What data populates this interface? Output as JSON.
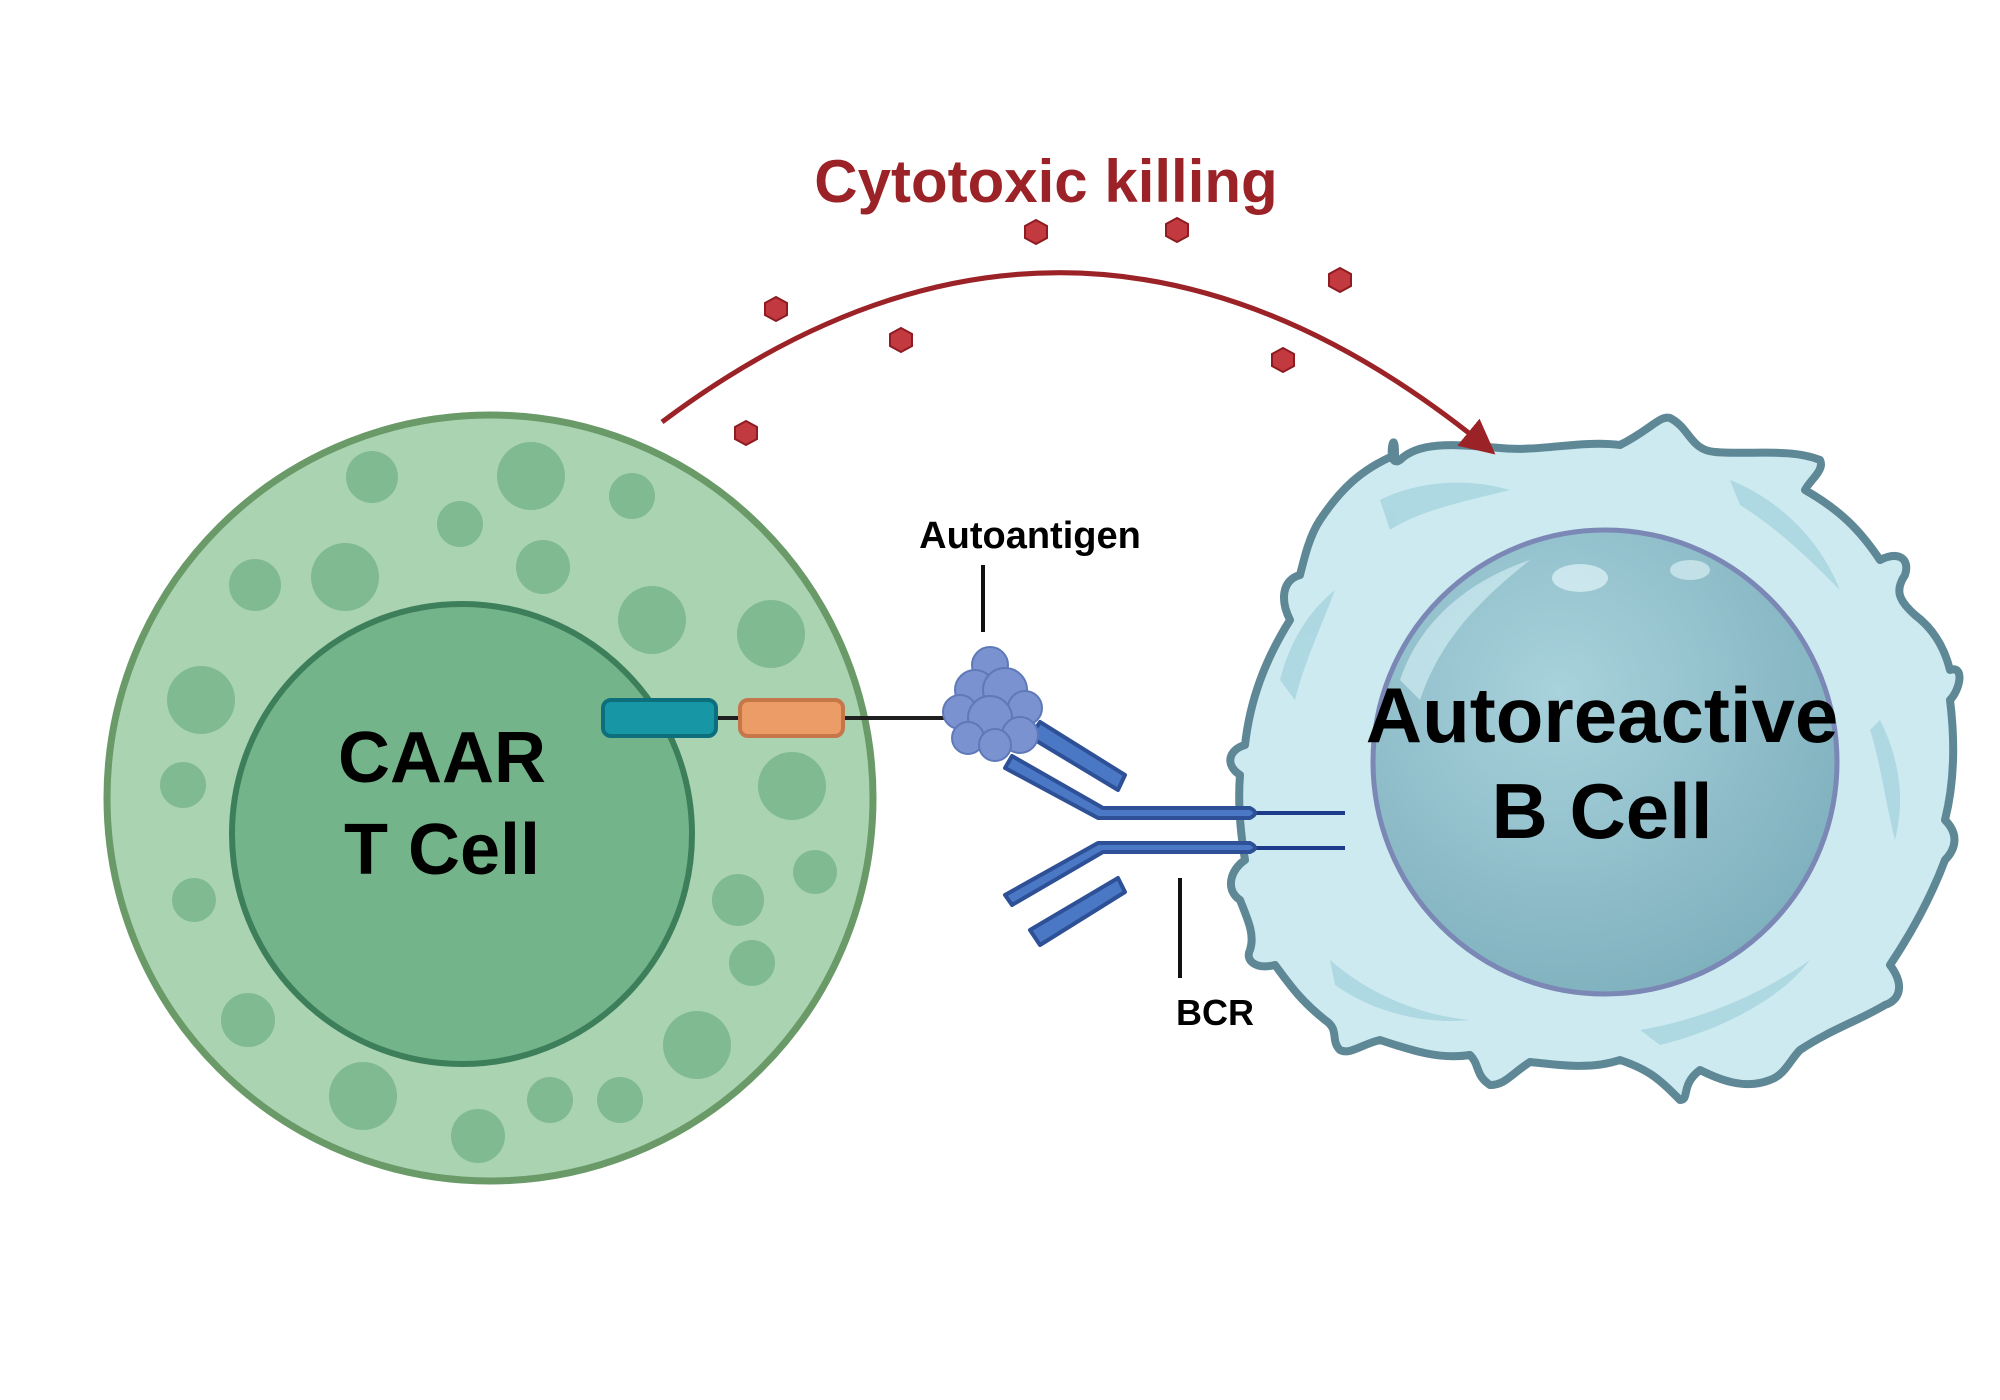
{
  "labels": {
    "title": "Cytotoxic killing",
    "t_cell_line1": "CAAR",
    "t_cell_line2": "T Cell",
    "b_cell_line1": "Autoreactive",
    "b_cell_line2": "B Cell",
    "antigen": "Autoantigen",
    "receptor": "BCR"
  },
  "colors": {
    "title": "#9b2226",
    "text": "#000000",
    "t_cell_outer": "#aad3b2",
    "t_cell_outer_stroke": "#6a9a68",
    "t_cell_inner": "#74b48a",
    "t_cell_inner_stroke": "#3d7f5a",
    "granule": "#80ba90",
    "b_cell_membrane": "#cdeaf0",
    "b_cell_stroke": "#5f8896",
    "b_cell_nucleus": "#8fbfcb",
    "bcr": "#4a78c4",
    "antigen": "#7a93d0",
    "caar_domain_1": "#1797a6",
    "caar_domain_2": "#eb9c67",
    "granzyme": "#c23a3f"
  }
}
